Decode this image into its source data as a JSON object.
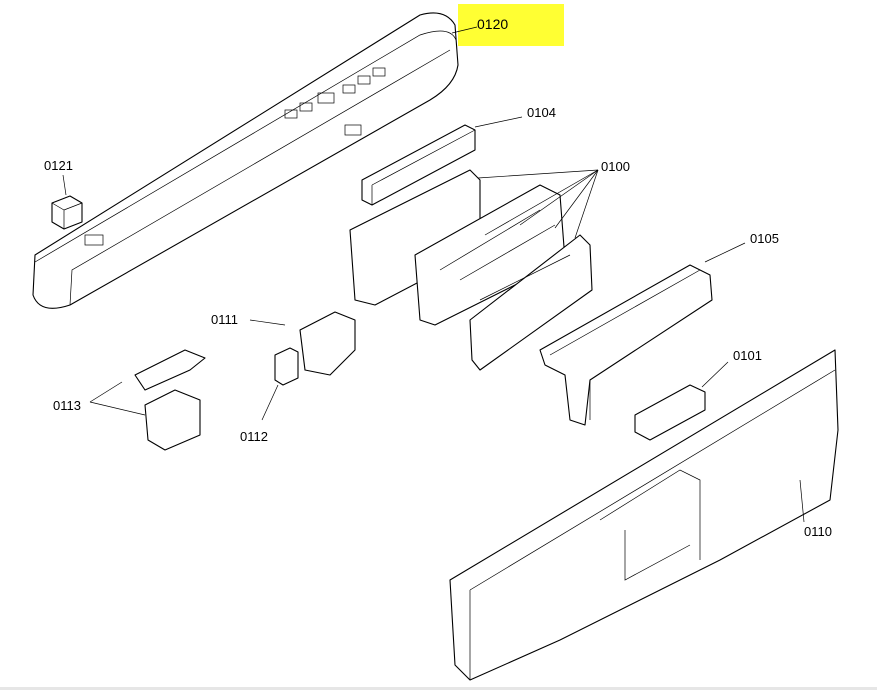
{
  "diagram": {
    "highlighted_part": "0120",
    "highlight_color": "#ffff33",
    "labels": {
      "p0120": "0120",
      "p0104": "0104",
      "p0121": "0121",
      "p0100": "0100",
      "p0105": "0105",
      "p0111": "0111",
      "p0101": "0101",
      "p0113": "0113",
      "p0112": "0112",
      "p0110": "0110"
    }
  }
}
